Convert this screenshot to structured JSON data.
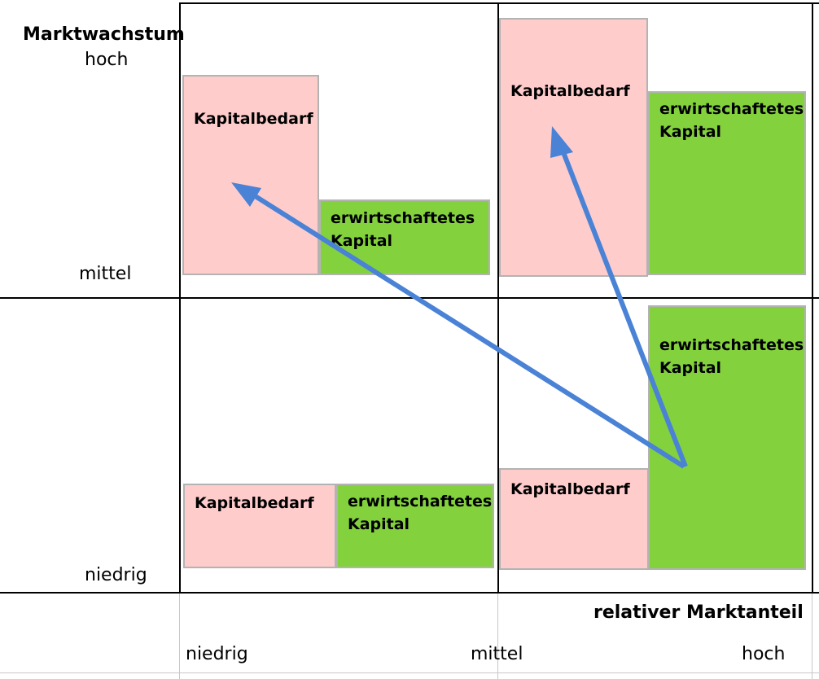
{
  "y_axis": {
    "title": "Marktwachstum",
    "levels": {
      "high": "hoch",
      "mid": "mittel",
      "low": "niedrig"
    }
  },
  "x_axis": {
    "title": "relativer Marktanteil",
    "levels": {
      "low": "niedrig",
      "mid": "mittel",
      "high": "hoch"
    }
  },
  "quadrants": {
    "top_left": {
      "need": "Kapitalbedarf",
      "earned": "erwirtschaftetes Kapital"
    },
    "top_right": {
      "need": "Kapitalbedarf",
      "earned": "erwirtschaftetes Kapital"
    },
    "bottom_left": {
      "need": "Kapitalbedarf",
      "earned": "erwirtschaftetes Kapital"
    },
    "bottom_right": {
      "need": "Kapitalbedarf",
      "earned": "erwirtschaftetes Kapital"
    }
  },
  "colors": {
    "need": "#ffcccc",
    "earned": "#84d13e",
    "arrow": "#4a82d6",
    "grid": "#000000"
  }
}
